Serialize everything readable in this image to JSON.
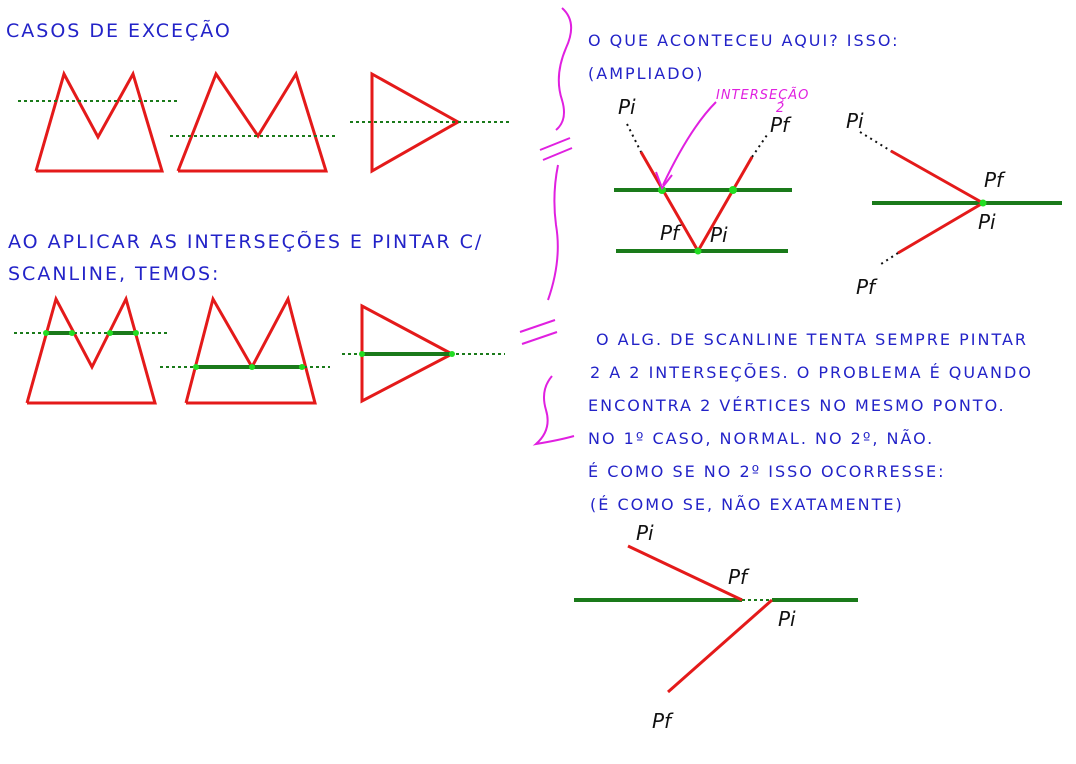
{
  "texts": {
    "title": "CASOS DE EXCEÇÃO",
    "apply_line1": "AO APLICAR AS INTERSEÇÕES E PINTAR C/",
    "apply_line2": "SCANLINE, TEMOS:",
    "q_line1": "O QUE ACONTECEU AQUI? ISSO:",
    "q_line2": "(AMPLIADO)",
    "intersecao": "INTERSEÇÃO",
    "intersecao_sub": "2",
    "alg_line1": "O ALG. DE SCANLINE TENTA SEMPRE PINTAR",
    "alg_line2": "2 A 2 INTERSEÇÕES. O PROBLEMA É QUANDO",
    "alg_line3": "ENCONTRA 2 VÉRTICES NO MESMO PONTO.",
    "alg_line4": "NO 1º CASO, NORMAL. NO 2º, NÃO.",
    "alg_line5": "É COMO SE NO 2º ISSO OCORRESSE:",
    "alg_line6": "(É COMO SE, NÃO EXATAMENTE)"
  },
  "point_labels": {
    "pi": "Pi",
    "pf": "Pf"
  },
  "colors": {
    "ink": "#2323c8",
    "edge": "#e41a1a",
    "scanline": "#1a7a1a",
    "intersection": "#22dd22",
    "annotation": "#e020e0"
  }
}
